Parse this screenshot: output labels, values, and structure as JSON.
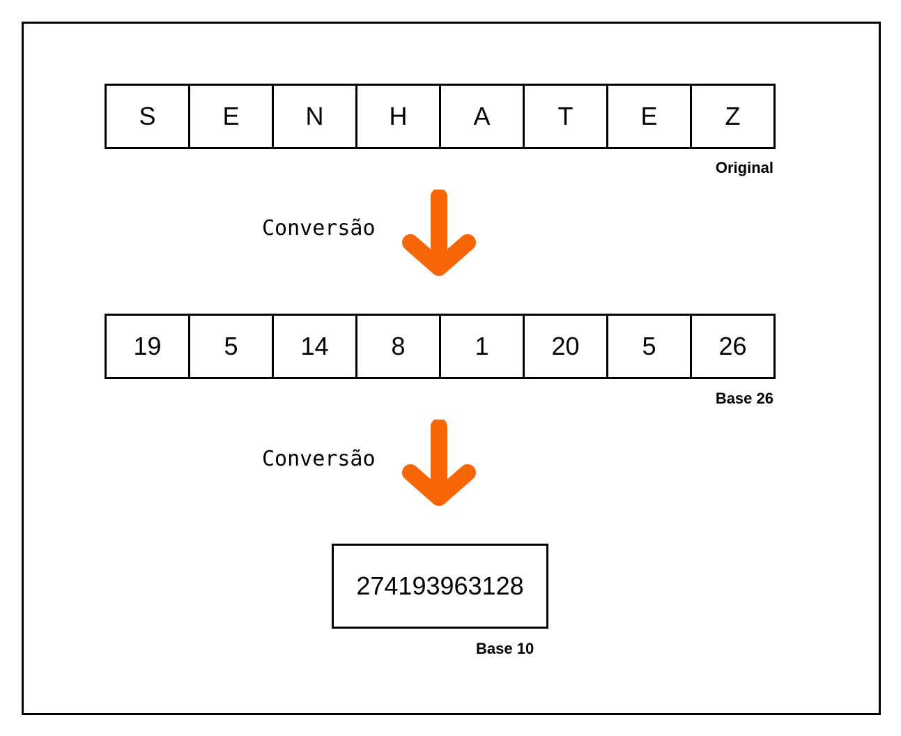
{
  "original": {
    "letters": [
      "S",
      "E",
      "N",
      "H",
      "A",
      "T",
      "E",
      "Z"
    ],
    "caption": "Original"
  },
  "step1": {
    "label": "Conversão"
  },
  "base26": {
    "digits": [
      "19",
      "5",
      "14",
      "8",
      "1",
      "20",
      "5",
      "26"
    ],
    "caption": "Base 26"
  },
  "step2": {
    "label": "Conversão"
  },
  "base10": {
    "value": "274193963128",
    "caption": "Base 10"
  },
  "colors": {
    "arrow": "#F76707",
    "border": "#000000"
  }
}
